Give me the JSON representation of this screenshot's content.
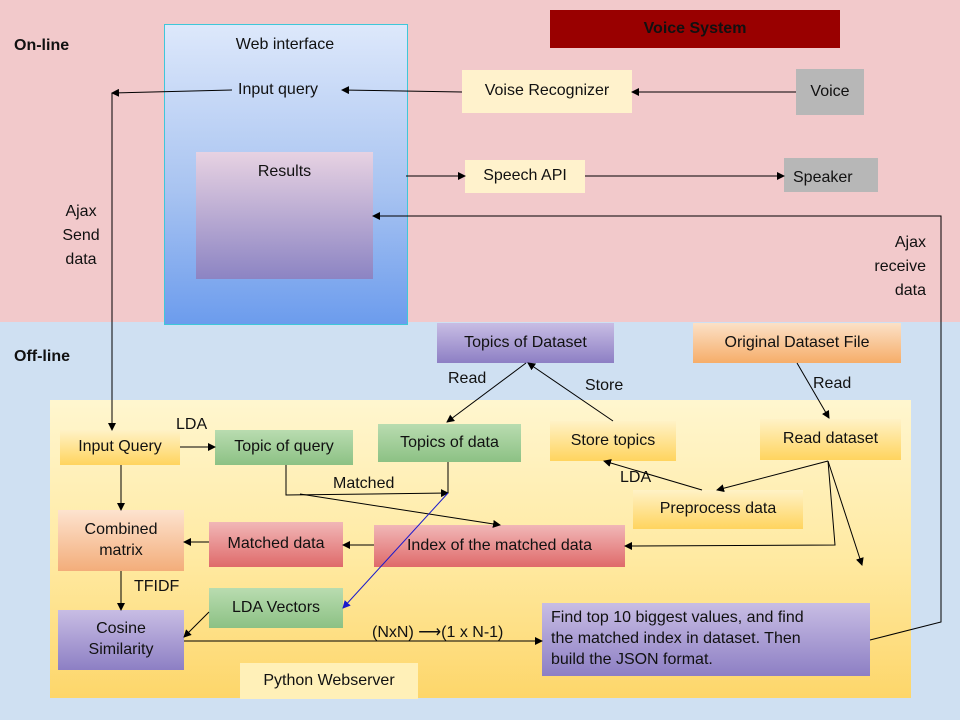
{
  "sections": {
    "online": "On-line",
    "offline": "Off-line"
  },
  "voice_system": {
    "title": "Voice System",
    "color": "#990000"
  },
  "web_interface": {
    "title": "Web interface",
    "input_query": "Input query",
    "results": "Results"
  },
  "online_nodes": {
    "voise_recognizer": "Voise Recognizer",
    "voice": "Voice",
    "speech_api": "Speech API",
    "speaker": "Speaker"
  },
  "edge_labels": {
    "ajax_send": [
      "Ajax",
      "Send",
      "data"
    ],
    "ajax_receive": [
      "Ajax",
      "receive",
      "data"
    ],
    "read_topics": "Read",
    "store": "Store",
    "read_dataset": "Read",
    "lda_query": "LDA",
    "lda_preprocess": "LDA",
    "matched": "Matched",
    "tfidf": "TFIDF",
    "matrix_shape": "(NxN) ⟶(1 x N-1)"
  },
  "offline_nodes": {
    "topics_of_dataset": "Topics of Dataset",
    "original_dataset_file": "Original Dataset File",
    "input_query": "Input Query",
    "topic_of_query": "Topic of query",
    "topics_of_data": "Topics of data",
    "store_topics": "Store topics",
    "read_dataset": "Read dataset",
    "preprocess_data": "Preprocess data",
    "combined_matrix": [
      "Combined",
      "matrix"
    ],
    "matched_data": "Matched data",
    "index_of_matched_data": "Index of the matched data",
    "lda_vectors": "LDA Vectors",
    "cosine_similarity": [
      "Cosine",
      "Similarity"
    ],
    "find_top": [
      "Find top 10 biggest values, and find",
      "the matched index in dataset. Then",
      "build the JSON format."
    ],
    "python_webserver": "Python Webserver"
  }
}
